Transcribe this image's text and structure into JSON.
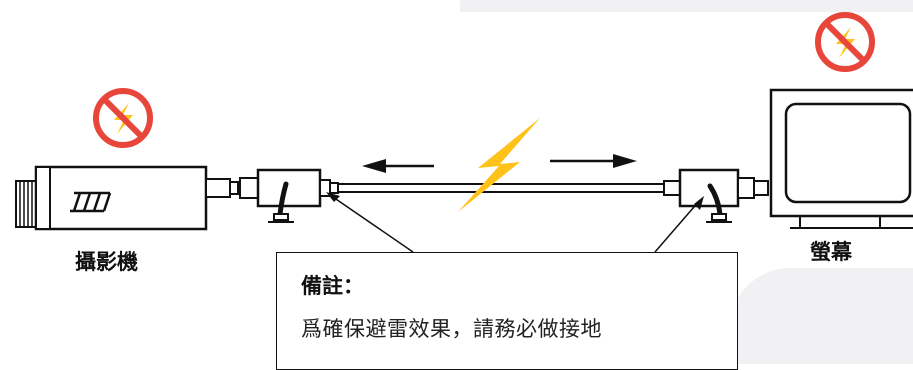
{
  "labels": {
    "camera": "攝影機",
    "monitor": "螢幕"
  },
  "note": {
    "title": "備註：",
    "text": "爲確保避雷效果，請務必做接地"
  },
  "colors": {
    "lightning": "#ffc21a",
    "prohibit_ring": "#e8463a",
    "outline": "#111111"
  },
  "icons": [
    "no-lightning-icon",
    "lightning-bolt-icon",
    "arrow-left-icon",
    "arrow-right-icon"
  ]
}
